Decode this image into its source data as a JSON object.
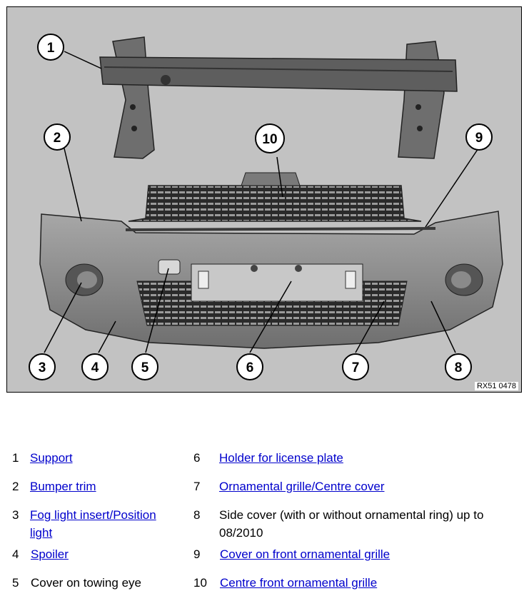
{
  "figure": {
    "reference_code": "RX51 0478",
    "callouts": [
      "1",
      "2",
      "3",
      "4",
      "5",
      "6",
      "7",
      "8",
      "9",
      "10"
    ]
  },
  "legend": {
    "left": [
      {
        "number": "1",
        "label": "Support",
        "link": true
      },
      {
        "number": "2",
        "label": "Bumper trim",
        "link": true
      },
      {
        "number": "3",
        "label": "Fog light insert/Position light",
        "link": true
      },
      {
        "number": "4",
        "label": "Spoiler",
        "link": true
      },
      {
        "number": "5",
        "label": "Cover on towing eye",
        "link": false
      }
    ],
    "right": [
      {
        "number": "6",
        "label": "Holder for license plate",
        "link": true
      },
      {
        "number": "7",
        "label": "Ornamental grille/Centre cover",
        "link": true
      },
      {
        "number": "8",
        "label": "Side cover (with or without ornamental ring) up to 08/2010",
        "link": false
      },
      {
        "number": "9",
        "label": "Cover on front ornamental grille",
        "link": true
      },
      {
        "number": "10",
        "label": "Centre front ornamental grille",
        "link": true
      }
    ]
  },
  "colors": {
    "link": "#0000cc",
    "figure_bg": "#c2c2c2",
    "part_fill": "#8a8a8a"
  }
}
